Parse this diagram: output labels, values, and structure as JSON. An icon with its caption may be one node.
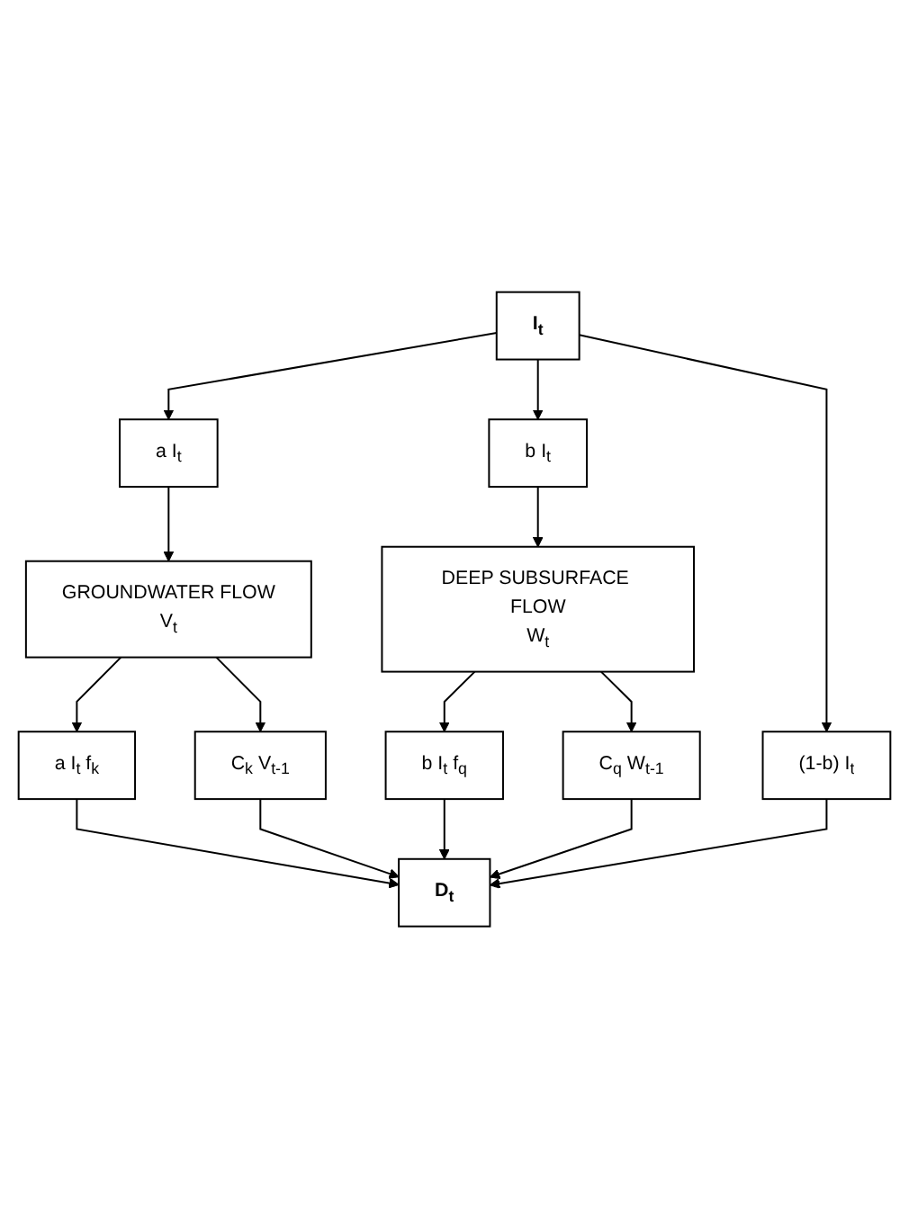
{
  "diagram": {
    "nodes": [
      {
        "text": [
          "I$_{t}$"
        ]
      },
      {
        "text": [
          "a I$_{t}$"
        ]
      },
      {
        "text": [
          "b I$_{t}$"
        ]
      },
      {
        "text": [
          "(1-b) I$_{t}$"
        ]
      },
      {
        "text": [
          "GROUNDWATER FLOW",
          "V$_{t}$"
        ]
      },
      {
        "text": [
          "DEEP SUBSURFACE FLOW",
          "W$_{t}$"
        ]
      },
      {
        "text": [
          "a I$_{t}$ f$_{k}$"
        ]
      },
      {
        "text": [
          "C$_{k}$ V$_{t-1}$"
        ]
      },
      {
        "text": [
          "b I$_{t}$ f$_{q}$"
        ]
      },
      {
        "text": [
          "C$_{q}$ W$_{t-1}$"
        ]
      },
      {
        "text": [
          "D$_{t}$"
        ]
      }
    ],
    "edges": [
      {
        "from": 0,
        "to": 1,
        "arrow": "to"
      },
      {
        "from": 0,
        "to": 2,
        "arrow": "to"
      },
      {
        "from": 0,
        "to": 3,
        "arrow": "to"
      },
      {
        "from": 1,
        "to": 4,
        "arrow": "to"
      },
      {
        "from": 2,
        "to": 5,
        "arrow": "to"
      },
      {
        "from": 4,
        "to": 6,
        "arrow": "to"
      },
      {
        "from": 4,
        "to": 7,
        "arrow": "to"
      },
      {
        "from": 5,
        "to": 8,
        "arrow": "to"
      },
      {
        "from": 5,
        "to": 9,
        "arrow": "to"
      },
      {
        "from": 6,
        "to": 10,
        "arrow": "to"
      },
      {
        "from": 7,
        "to": 10,
        "arrow": "to"
      },
      {
        "from": 8,
        "to": 10,
        "arrow": "to"
      },
      {
        "from": 9,
        "to": 10,
        "arrow": "to"
      },
      {
        "from": 3,
        "to": 10,
        "arrow": "to"
      }
    ]
  }
}
